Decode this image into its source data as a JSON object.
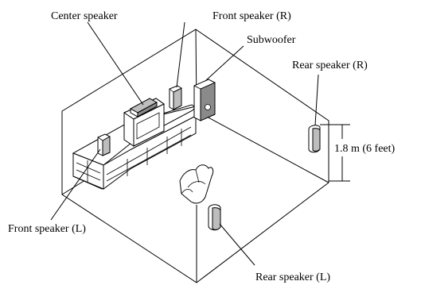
{
  "labels": {
    "center_speaker": "Center speaker",
    "front_speaker_r": "Front speaker (R)",
    "subwoofer": "Subwoofer",
    "rear_speaker_r": "Rear speaker (R)",
    "height": "1.8 m (6 feet)",
    "front_speaker_l": "Front speaker (L)",
    "rear_speaker_l": "Rear speaker (L)"
  }
}
